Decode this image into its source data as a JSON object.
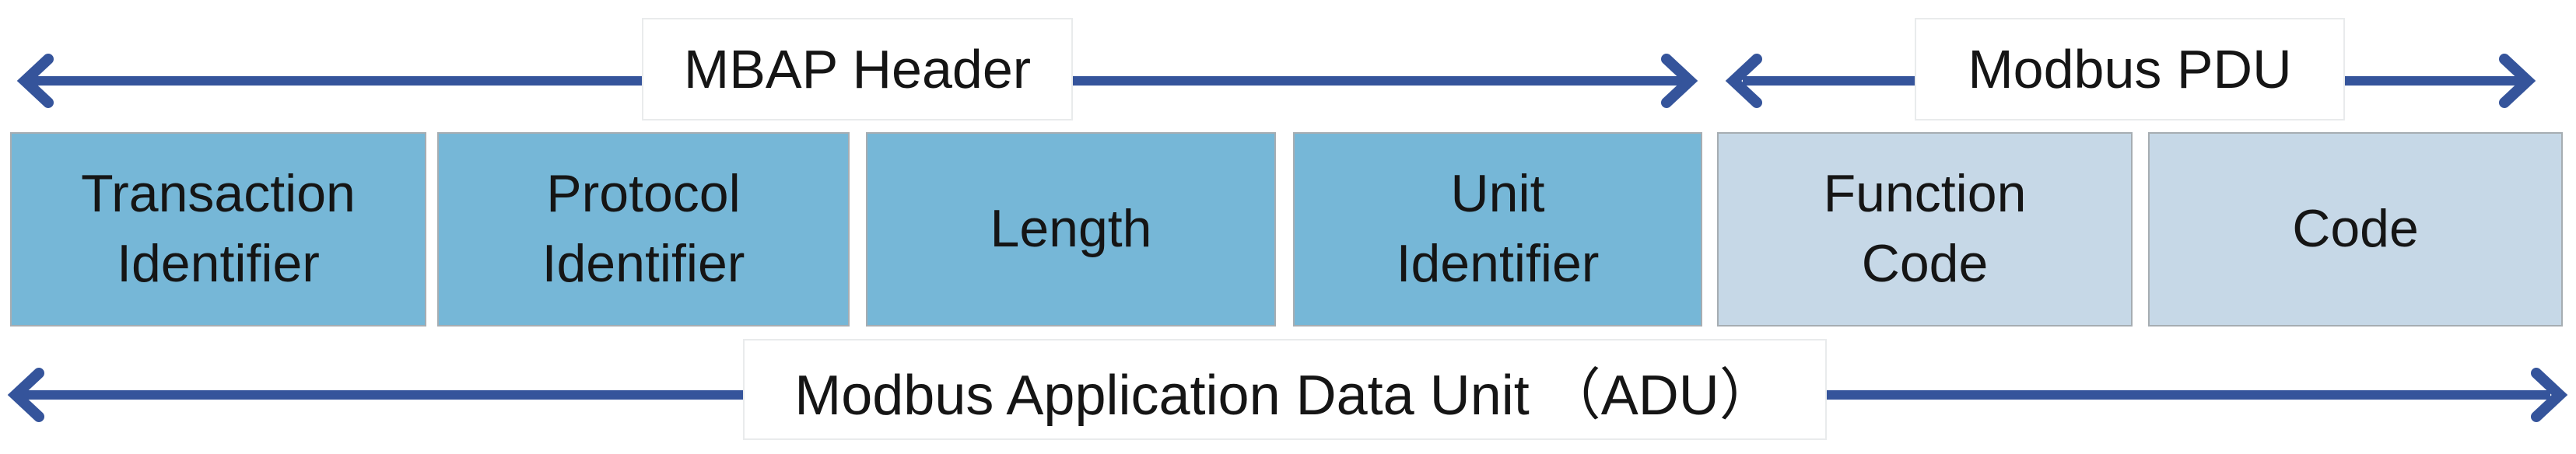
{
  "colors": {
    "arrow_blue": "#35549B",
    "mbap_box_fill": "#76B7D7",
    "pdu_box_fill": "#C6D8E7",
    "box_border": "#A6ADB2",
    "label_box_bg": "#FFFFFF",
    "text": "#151515"
  },
  "arrows": {
    "mbap": {
      "label": "MBAP Header"
    },
    "pdu": {
      "label": "Modbus PDU"
    },
    "adu": {
      "label": "Modbus Application Data Unit （ADU）"
    }
  },
  "fields": [
    {
      "name": "transaction-identifier",
      "group": "MBAP Header",
      "lines": [
        "Transaction",
        "Identifier"
      ]
    },
    {
      "name": "protocol-identifier",
      "group": "MBAP Header",
      "lines": [
        "Protocol",
        "Identifier"
      ]
    },
    {
      "name": "length",
      "group": "MBAP Header",
      "lines": [
        "Length"
      ]
    },
    {
      "name": "unit-identifier",
      "group": "MBAP Header",
      "lines": [
        "Unit",
        "Identifier"
      ]
    },
    {
      "name": "function-code",
      "group": "Modbus PDU",
      "lines": [
        "Function",
        "Code"
      ]
    },
    {
      "name": "code",
      "group": "Modbus PDU",
      "lines": [
        "Code"
      ]
    }
  ]
}
